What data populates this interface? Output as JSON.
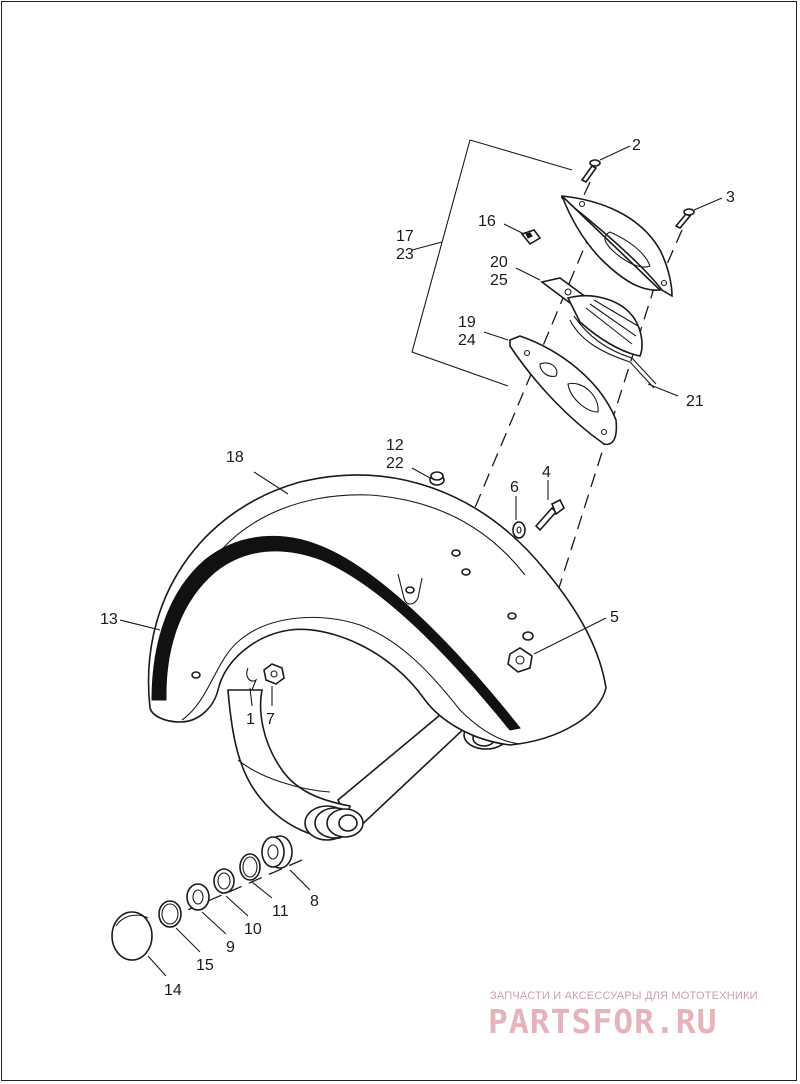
{
  "callouts": {
    "c1": "1",
    "c2": "2",
    "c3": "3",
    "c4": "4",
    "c5": "5",
    "c6": "6",
    "c7": "7",
    "c8": "8",
    "c9": "9",
    "c10": "10",
    "c11": "11",
    "c12": "12",
    "c13": "13",
    "c14": "14",
    "c15": "15",
    "c16": "16",
    "c17": "17",
    "c18": "18",
    "c19": "19",
    "c20": "20",
    "c21": "21",
    "c22": "22",
    "c23": "23",
    "c24": "24",
    "c25": "25"
  },
  "watermark": {
    "caption": "ЗАПЧАСТИ И АКСЕССУАРЫ ДЛЯ МОТОТЕХНИКИ",
    "logo": "PARTSFOR.RU"
  },
  "colors": {
    "line": "#1a1a1a",
    "watermark": "#e7b3bb"
  }
}
